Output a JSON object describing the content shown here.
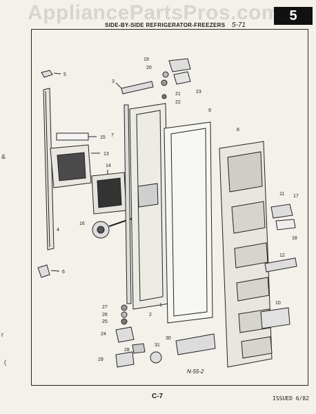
{
  "watermark": "AppliancePartsPros.com",
  "page_badge": "5",
  "header": {
    "title": "SIDE-BY-SIDE REFRIGERATOR-FREEZERS",
    "code": "5-71"
  },
  "footer": {
    "page_code": "C-7",
    "issued": "ISSUED 6/82",
    "reference": "N-55-2"
  },
  "callouts": [
    "1",
    "2",
    "3",
    "4",
    "5",
    "6",
    "7",
    "8",
    "9",
    "10",
    "11",
    "12",
    "13",
    "14",
    "15",
    "16",
    "17",
    "18",
    "19",
    "20",
    "21",
    "22",
    "23",
    "24",
    "25",
    "26",
    "27",
    "28",
    "29",
    "30",
    "31"
  ],
  "edge_marks": [
    "&",
    "r",
    "("
  ]
}
